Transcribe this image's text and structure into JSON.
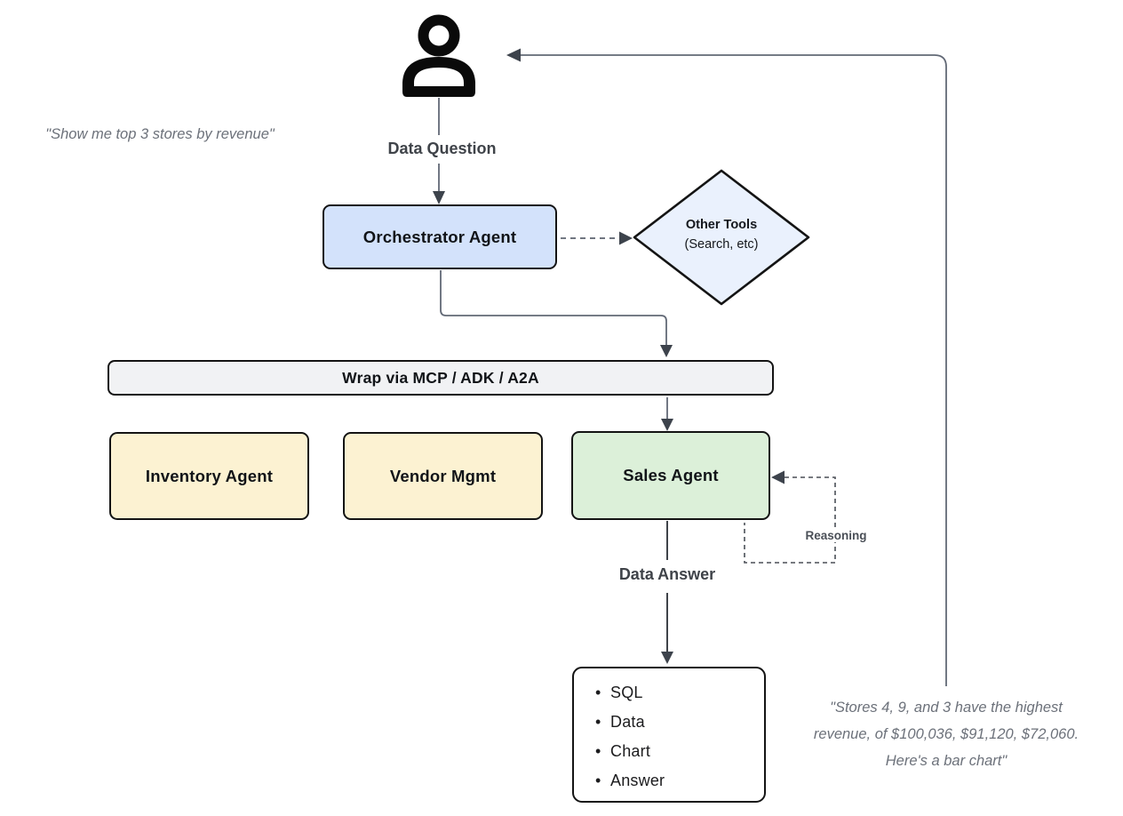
{
  "diagram": {
    "quotes": {
      "user_request": "\"Show me top 3 stores by revenue\"",
      "agent_response_lines": [
        "\"Stores 4, 9, and 3 have the highest",
        "revenue, of $100,036, $91,120, $72,060.",
        "Here's a bar chart\""
      ]
    },
    "edge_labels": {
      "data_question": "Data Question",
      "data_answer": "Data Answer",
      "reasoning": "Reasoning"
    },
    "nodes": {
      "orchestrator": {
        "label": "Orchestrator Agent"
      },
      "other_tools": {
        "title": "Other Tools",
        "subtitle": "(Search, etc)"
      },
      "wrap": {
        "label": "Wrap via MCP / ADK / A2A"
      },
      "inventory": {
        "label": "Inventory Agent"
      },
      "vendor": {
        "label": "Vendor Mgmt"
      },
      "sales": {
        "label": "Sales Agent"
      },
      "output": {
        "items": [
          "SQL",
          "Data",
          "Chart",
          "Answer"
        ]
      }
    },
    "icons": {
      "user": "person-icon"
    },
    "colors": {
      "orchestrator_fill": "#d3e2fb",
      "diamond_fill": "#eaf1fd",
      "wrap_fill": "#f1f2f4",
      "inventory_fill": "#fcf2d2",
      "vendor_fill": "#fcf2d2",
      "sales_fill": "#dcf0d9",
      "connector": "#626976",
      "arrowhead": "#3d434c",
      "icon_black": "#0a0a0a"
    }
  }
}
